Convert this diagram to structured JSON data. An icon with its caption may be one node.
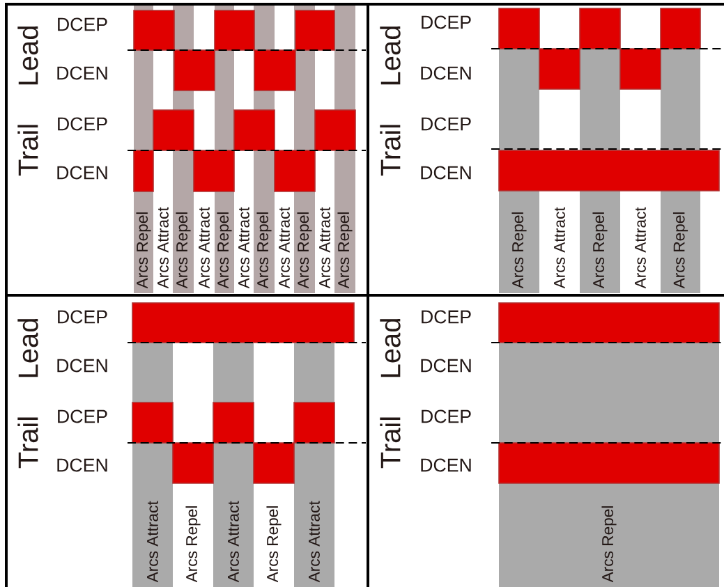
{
  "diagram": {
    "labels": [
      "Lead",
      "DCEP",
      "DCEN",
      "Trail",
      "DCEP",
      "DCEN",
      "Arcs Repel",
      "Arcs Attract",
      "Arcs Repel",
      "Arcs Attract",
      "Arcs Repel",
      "Arcs Attract",
      "Arcs Repel",
      "Arcs Attract",
      "Arcs Repel",
      "Arcs Attract",
      "Arcs Repel",
      "Lead",
      "DCEP",
      "DCEN",
      "Trail",
      "DCEP",
      "DCEN",
      "Arcs Repel",
      "Arcs Attract",
      "Arcs Repel",
      "Arcs Attract",
      "Arcs Repel",
      "Lead",
      "DCEP",
      "DCEN",
      "Trail",
      "DCEP",
      "DCEN",
      "Arcs Attract",
      "Arcs Repel",
      "Arcs Attract",
      "Arcs Repel",
      "Arcs Attract",
      "Lead",
      "DCEP",
      "DCEN",
      "Trail",
      "DCEP",
      "DCEN",
      "Arcs Repel"
    ]
  }
}
